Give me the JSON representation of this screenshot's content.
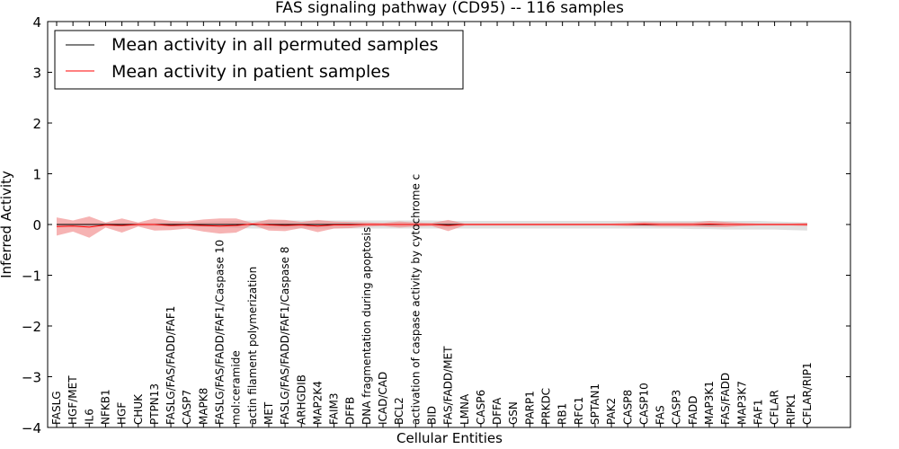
{
  "chart_data": {
    "type": "line",
    "title": "FAS signaling pathway (CD95) -- 116 samples",
    "xlabel": "Cellular Entities",
    "ylabel": "Inferred Activity",
    "ylim": [
      -4,
      4
    ],
    "yticks": [
      "4",
      "3",
      "2",
      "1",
      "0",
      "−1",
      "−2",
      "−3",
      "−4"
    ],
    "ytick_values": [
      4,
      3,
      2,
      1,
      0,
      -1,
      -2,
      -3,
      -4
    ],
    "grid": false,
    "legend_position": "upper-left",
    "categories": [
      "FASLG",
      "HGF/MET",
      "IL6",
      "NFKB1",
      "HGF",
      "CHUK",
      "PTPN13",
      "FASLG/FAS/FADD/FAF1",
      "CASP7",
      "MAPK8",
      "FASLG/FAS/FADD/FAF1/Caspase 10",
      "mol:ceramide",
      "actin filament polymerization",
      "MET",
      "FASLG/FAS/FADD/FAF1/Caspase 8",
      "ARHGDIB",
      "MAP2K4",
      "FAIM3",
      "DFFB",
      "DNA fragmentation during apoptosis",
      "ICAD/CAD",
      "BCL2",
      "activation of caspase activity by cytochrome c",
      "BID",
      "FAS/FADD/MET",
      "LMNA",
      "CASP6",
      "DFFA",
      "GSN",
      "PARP1",
      "PRKDC",
      "RB1",
      "RFC1",
      "SPTAN1",
      "PAK2",
      "CASP8",
      "CASP10",
      "FAS",
      "CASP3",
      "FADD",
      "MAP3K1",
      "FAS/FADD",
      "MAP3K7",
      "FAF1",
      "CFLAR",
      "RIPK1",
      "CFLAR/RIP1"
    ],
    "series": [
      {
        "name": "Mean activity in all permuted samples",
        "color": "#000000",
        "values": [
          0.0,
          0.0,
          0.0,
          0.0,
          0.0,
          0.0,
          0.0,
          0.0,
          0.0,
          0.0,
          0.0,
          0.0,
          0.0,
          0.0,
          0.0,
          0.0,
          0.0,
          0.0,
          0.0,
          0.0,
          0.0,
          0.0,
          0.0,
          0.0,
          0.0,
          0.0,
          0.0,
          0.0,
          0.0,
          0.0,
          0.0,
          0.0,
          0.0,
          0.0,
          0.0,
          0.0,
          0.0,
          0.0,
          0.0,
          0.0,
          0.0,
          0.0,
          0.0,
          0.0,
          0.0,
          0.0,
          0.0
        ],
        "band_color": "#c8c8c8",
        "band_upper": [
          0.02,
          0.02,
          0.03,
          0.03,
          0.03,
          0.03,
          0.03,
          0.04,
          0.05,
          0.05,
          0.06,
          0.07,
          0.08,
          0.08,
          0.08,
          0.08,
          0.08,
          0.08,
          0.08,
          0.08,
          0.08,
          0.08,
          0.08,
          0.08,
          0.07,
          0.07,
          0.07,
          0.07,
          0.07,
          0.07,
          0.07,
          0.07,
          0.07,
          0.07,
          0.07,
          0.07,
          0.07,
          0.07,
          0.07,
          0.07,
          0.07,
          0.07,
          0.07,
          0.07,
          0.06,
          0.05,
          0.04
        ],
        "band_lower": [
          -0.02,
          -0.02,
          -0.03,
          -0.03,
          -0.03,
          -0.03,
          -0.03,
          -0.04,
          -0.05,
          -0.05,
          -0.06,
          -0.07,
          -0.08,
          -0.08,
          -0.08,
          -0.08,
          -0.08,
          -0.08,
          -0.08,
          -0.08,
          -0.08,
          -0.08,
          -0.08,
          -0.08,
          -0.08,
          -0.08,
          -0.08,
          -0.08,
          -0.08,
          -0.08,
          -0.08,
          -0.08,
          -0.08,
          -0.08,
          -0.08,
          -0.08,
          -0.08,
          -0.08,
          -0.08,
          -0.09,
          -0.09,
          -0.1,
          -0.1,
          -0.1,
          -0.1,
          -0.11,
          -0.12
        ]
      },
      {
        "name": "Mean activity in patient samples",
        "color": "#ff0000",
        "values": [
          -0.04,
          -0.03,
          -0.05,
          -0.01,
          -0.02,
          0.0,
          0.0,
          -0.02,
          -0.01,
          -0.02,
          -0.03,
          -0.02,
          0.01,
          -0.01,
          -0.02,
          -0.01,
          -0.03,
          -0.01,
          -0.01,
          0.0,
          0.0,
          0.0,
          0.0,
          0.0,
          -0.02,
          0.0,
          0.0,
          0.0,
          0.0,
          0.0,
          0.0,
          0.0,
          0.0,
          0.0,
          0.0,
          0.0,
          0.01,
          0.0,
          0.0,
          0.0,
          0.01,
          0.0,
          0.0,
          0.0,
          0.0,
          0.0,
          0.0
        ],
        "band_color": "#f08080",
        "band_upper": [
          0.14,
          0.08,
          0.16,
          0.04,
          0.12,
          0.04,
          0.12,
          0.07,
          0.06,
          0.1,
          0.12,
          0.12,
          0.03,
          0.1,
          0.09,
          0.05,
          0.09,
          0.06,
          0.05,
          0.04,
          0.03,
          0.06,
          0.04,
          0.03,
          0.09,
          0.02,
          0.02,
          0.02,
          0.02,
          0.02,
          0.02,
          0.02,
          0.02,
          0.02,
          0.02,
          0.03,
          0.05,
          0.04,
          0.04,
          0.04,
          0.07,
          0.05,
          0.03,
          0.02,
          0.02,
          0.02,
          0.03
        ],
        "band_lower": [
          -0.22,
          -0.14,
          -0.26,
          -0.06,
          -0.16,
          -0.04,
          -0.12,
          -0.11,
          -0.08,
          -0.14,
          -0.18,
          -0.16,
          -0.01,
          -0.12,
          -0.13,
          -0.07,
          -0.15,
          -0.08,
          -0.07,
          -0.04,
          -0.03,
          -0.06,
          -0.04,
          -0.03,
          -0.13,
          -0.02,
          -0.02,
          -0.02,
          -0.02,
          -0.02,
          -0.02,
          -0.02,
          -0.02,
          -0.02,
          -0.02,
          -0.03,
          -0.03,
          -0.04,
          -0.04,
          -0.04,
          -0.05,
          -0.05,
          -0.03,
          -0.02,
          -0.02,
          -0.02,
          -0.03
        ]
      }
    ]
  }
}
